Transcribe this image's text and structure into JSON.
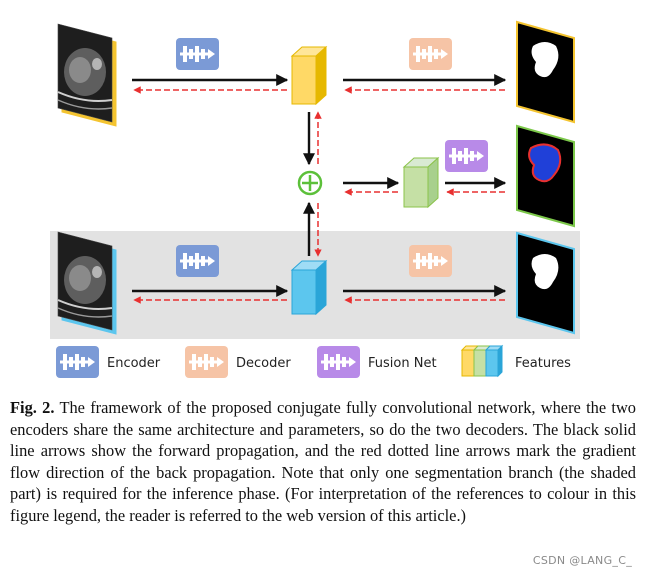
{
  "legend": {
    "encoder": "Encoder",
    "decoder": "Decoder",
    "fusion_net": "Fusion Net",
    "features": "Features"
  },
  "caption": {
    "label": "Fig. 2.",
    "text": " The framework of the proposed conjugate fully convolutional network, where the two encoders share the same architecture and parameters, so do the two decoders. The black solid line arrows show the forward propagation, and the red dotted line arrows mark the gradient flow direction of the back propagation. Note that only one segmentation branch (the shaded part) is required for the inference phase. (For interpretation of the references to colour in this figure legend, the reader is referred to the web version of this article.)"
  },
  "watermark": "CSDN @LANG_C_",
  "colors": {
    "encoder": "#7b9ad6",
    "decoder": "#f6c4a6",
    "fusion": "#b88ae8",
    "feature_yellow": "#ffd966",
    "feature_green": "#c5e0a5",
    "feature_blue": "#5cc6ee",
    "shade": "#e2e2e2",
    "backprop": "#e83030",
    "sum_symbol": "#5cc03a"
  },
  "icons": {
    "encoder": "encoder-block-icon",
    "decoder": "decoder-block-icon",
    "fusion": "fusion-net-icon",
    "sum": "element-wise-sum-icon"
  }
}
